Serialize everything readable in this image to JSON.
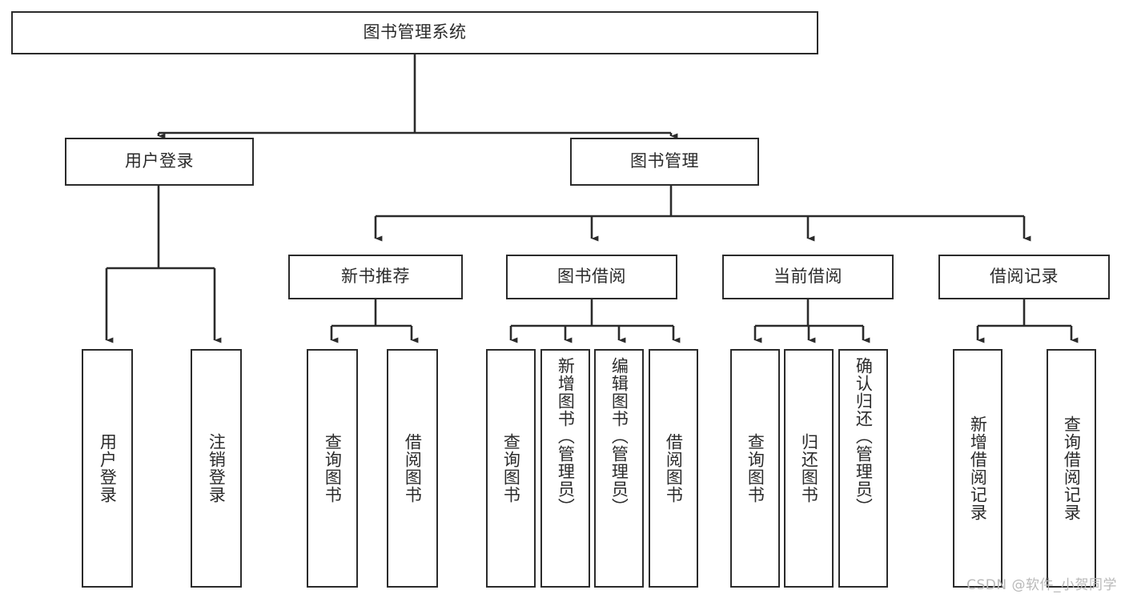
{
  "diagram": {
    "type": "tree-hierarchy-chart",
    "title": "图书管理系统",
    "stroke_color": "#2b2b2b",
    "fill_color": "#ffffff",
    "watermark": "CSDN @软件_小贺同学",
    "levels": 3,
    "root": {
      "id": "root",
      "label": "图书管理系统",
      "orientation": "horizontal"
    },
    "level2": [
      {
        "id": "user-login",
        "label": "用户登录",
        "orientation": "horizontal",
        "child_count": 2
      },
      {
        "id": "book-manage",
        "label": "图书管理",
        "orientation": "horizontal",
        "child_count": 4
      }
    ],
    "level3": [
      {
        "id": "new-book-recommend",
        "label": "新书推荐",
        "orientation": "horizontal",
        "parent": "book-manage",
        "child_count": 2
      },
      {
        "id": "book-borrow",
        "label": "图书借阅",
        "orientation": "horizontal",
        "parent": "book-manage",
        "child_count": 4
      },
      {
        "id": "current-borrow",
        "label": "当前借阅",
        "orientation": "horizontal",
        "parent": "book-manage",
        "child_count": 3
      },
      {
        "id": "borrow-record",
        "label": "借阅记录",
        "orientation": "horizontal",
        "parent": "book-manage",
        "child_count": 2
      }
    ],
    "leaves": [
      {
        "id": "leaf-user-login",
        "label": "用户登录",
        "parent": "user-login",
        "orientation": "vertical"
      },
      {
        "id": "leaf-logout-login",
        "label": "注销登录",
        "parent": "user-login",
        "orientation": "vertical"
      },
      {
        "id": "leaf-query-book-1",
        "label": "查询图书",
        "parent": "new-book-recommend",
        "orientation": "vertical"
      },
      {
        "id": "leaf-borrow-book-1",
        "label": "借阅图书",
        "parent": "new-book-recommend",
        "orientation": "vertical"
      },
      {
        "id": "leaf-query-book-2",
        "label": "查询图书",
        "parent": "book-borrow",
        "orientation": "vertical"
      },
      {
        "id": "leaf-add-book",
        "label": "新增图书（管理员）",
        "parent": "book-borrow",
        "orientation": "vertical"
      },
      {
        "id": "leaf-edit-book",
        "label": "编辑图书（管理员）",
        "parent": "book-borrow",
        "orientation": "vertical"
      },
      {
        "id": "leaf-borrow-book-2",
        "label": "借阅图书",
        "parent": "book-borrow",
        "orientation": "vertical"
      },
      {
        "id": "leaf-query-book-3",
        "label": "查询图书",
        "parent": "current-borrow",
        "orientation": "vertical"
      },
      {
        "id": "leaf-return-book",
        "label": "归还图书",
        "parent": "current-borrow",
        "orientation": "vertical"
      },
      {
        "id": "leaf-confirm-return",
        "label": "确认归还（管理员）",
        "parent": "current-borrow",
        "orientation": "vertical"
      },
      {
        "id": "leaf-add-record",
        "label": "新增借阅记录",
        "parent": "borrow-record",
        "orientation": "vertical"
      },
      {
        "id": "leaf-query-record",
        "label": "查询借阅记录",
        "parent": "borrow-record",
        "orientation": "vertical"
      }
    ]
  }
}
